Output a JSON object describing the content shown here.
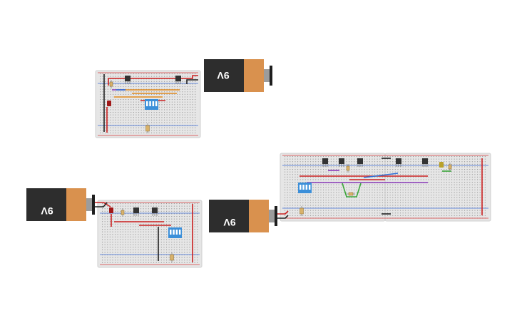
{
  "canvas": {
    "background": "#ffffff"
  },
  "colors": {
    "breadboard": "#e6e6e6",
    "breadboard_edge": "#cfcfcf",
    "hole": "#9a9a9a",
    "rail_red": "#d63a3a",
    "rail_blue": "#3a6ad6",
    "battery_body": "#2d2d2d",
    "battery_label": "#d9914e",
    "battery_cap": "#9c9c9c",
    "wire_red": "#cc2020",
    "wire_black": "#222222",
    "wire_orange": "#e08a1e",
    "wire_blue": "#2f6fd6",
    "wire_green": "#3aa63a",
    "wire_purple": "#8a3ab9",
    "dip_switch": "#3b8fd9",
    "transistor": "#333333",
    "resistor": "#d9b26a",
    "led_red": "#a01818",
    "led_yellow": "#b9a12a"
  },
  "circuits": [
    {
      "name": "circuit-top",
      "battery_label": "9V",
      "components": [
        "transistor",
        "transistor",
        "dip-switch",
        "resistor",
        "resistor",
        "led"
      ]
    },
    {
      "name": "circuit-bottom-left",
      "battery_label": "9V",
      "components": [
        "transistor",
        "transistor",
        "dip-switch",
        "resistor",
        "resistor",
        "led"
      ]
    },
    {
      "name": "circuit-bottom-right",
      "battery_label": "9V",
      "components": [
        "transistor",
        "transistor",
        "transistor",
        "transistor",
        "transistor",
        "dip-switch",
        "resistor",
        "resistor",
        "resistor",
        "led"
      ]
    }
  ]
}
